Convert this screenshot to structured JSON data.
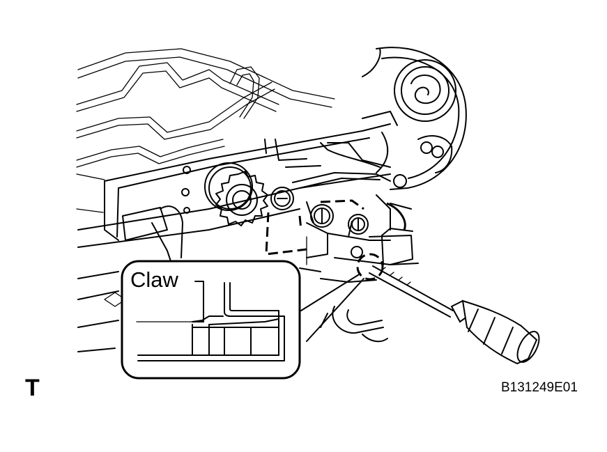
{
  "figure": {
    "callout_label": "Claw",
    "view_mark": "T",
    "figure_code": "B131249E01"
  }
}
